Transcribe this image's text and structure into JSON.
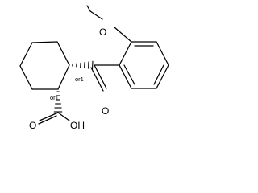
{
  "molecule": {
    "atoms": {
      "methoxy_o": "O",
      "carbonyl_o": "O",
      "acid_o": "O",
      "hydroxyl": "OH"
    },
    "stereo_labels": {
      "c1": "or1",
      "c2": "or1"
    }
  }
}
